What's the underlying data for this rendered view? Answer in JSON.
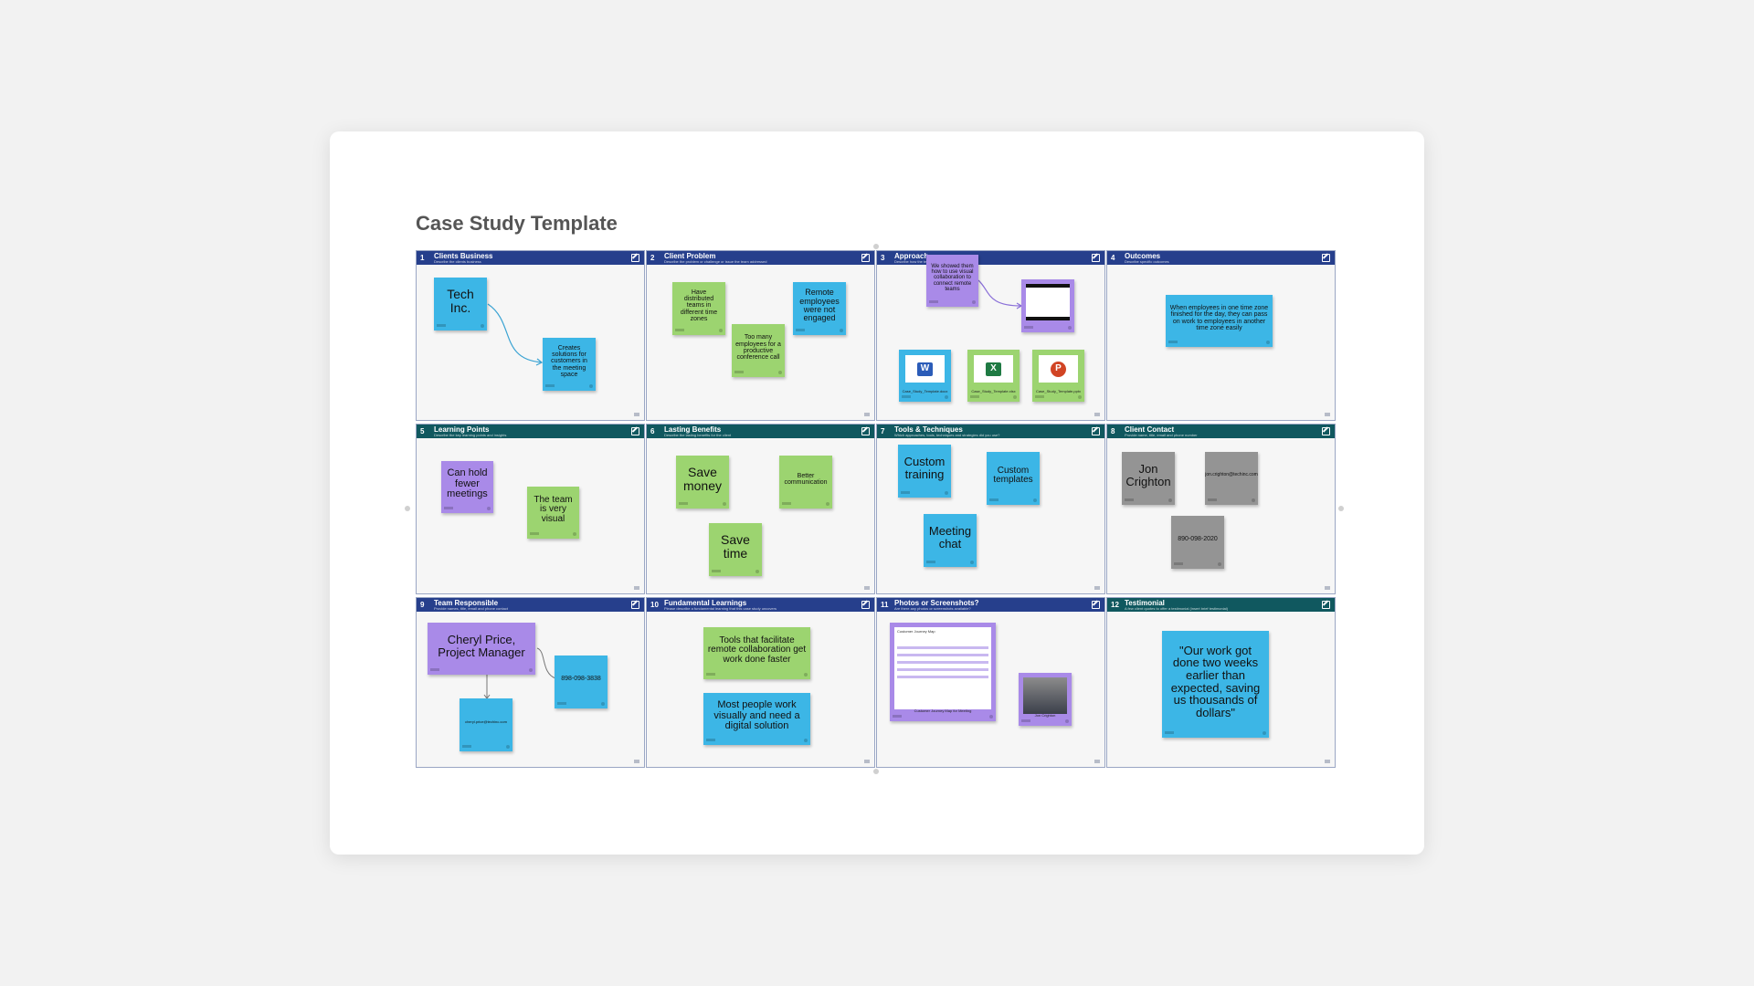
{
  "board": {
    "title": "Case Study Template"
  },
  "panels": [
    {
      "num": "1",
      "title": "Clients Business",
      "subtitle": "Describe the clients business"
    },
    {
      "num": "2",
      "title": "Client Problem",
      "subtitle": "Describe the problem or challenge or issue the team addressed"
    },
    {
      "num": "3",
      "title": "Approach",
      "subtitle": "Describe how the team approached the problem"
    },
    {
      "num": "4",
      "title": "Outcomes",
      "subtitle": "Describe specific outcomes"
    },
    {
      "num": "5",
      "title": "Learning Points",
      "subtitle": "Describe the key learning points and insights"
    },
    {
      "num": "6",
      "title": "Lasting Benefits",
      "subtitle": "Describe the lasting benefits for the client"
    },
    {
      "num": "7",
      "title": "Tools & Techniques",
      "subtitle": "Which approaches, tools, techniques and strategies did you use?"
    },
    {
      "num": "8",
      "title": "Client Contact",
      "subtitle": "Provide name, title, email and phone number"
    },
    {
      "num": "9",
      "title": "Team Responsible",
      "subtitle": "Provide names, title, email and phone contact"
    },
    {
      "num": "10",
      "title": "Fundamental Learnings",
      "subtitle": "Please describe a fundamental learning that this case study uncovers"
    },
    {
      "num": "11",
      "title": "Photos or Screenshots?",
      "subtitle": "Are there any photos or screenshots available?"
    },
    {
      "num": "12",
      "title": "Testimonial",
      "subtitle": "A few client quotes to offer a testimonial (insert brief testimonial)"
    }
  ],
  "notes": {
    "tech_inc": "Tech Inc.",
    "creates_solutions": "Creates solutions for customers in the meeting space",
    "distributed_teams": "Have distributed teams in different time zones",
    "too_many_employees": "Too many employees for a productive conference call",
    "remote_not_engaged": "Remote employees were not engaged",
    "showed_them": "We showed them how to use visual collaboration to connect remote teams",
    "when_employees": "When employees in one time zone finished for the day, they can pass on work to employees in another time zone easily",
    "fewer_meetings": "Can hold fewer meetings",
    "team_visual": "The team is very visual",
    "save_money": "Save money",
    "better_communication": "Better communication",
    "save_time": "Save time",
    "custom_training": "Custom training",
    "custom_templates": "Custom templates",
    "meeting_chat": "Meeting chat",
    "jon_crighton": "Jon Crighton",
    "jon_email": "jon.crighton@techinc.com",
    "jon_phone": "890-098-2020",
    "cheryl_price": "Cheryl Price, Project Manager",
    "cheryl_phone": "898-098-3838",
    "cheryl_email": "cheryl.price@techinc.com",
    "tools_facilitate": "Tools that facilitate remote collaboration get work done faster",
    "most_people": "Most people work visually and need a digital solution",
    "testimonial": "\"Our work got done two weeks earlier than expected, saving us thousands of dollars\""
  },
  "apps": [
    {
      "letter": "W",
      "color": "#2b5cb8",
      "label": "Case_Study_Template.docx"
    },
    {
      "letter": "X",
      "color": "#1f7a43",
      "label": "Case_Study_Template.xlsx"
    },
    {
      "letter": "P",
      "color": "#d14424",
      "label": "Case_Study_Template.pptx"
    }
  ],
  "thumbs": {
    "screenshot_title": "Customer Journey Map",
    "screenshot_caption": "Customer Journey Map for Meeting",
    "photo_caption": "Jon Crighton"
  },
  "colors": {
    "header_blue": "#263f8c",
    "header_teal": "#10585f",
    "sticky_cyan": "#3cb6e6",
    "sticky_green": "#9cd470",
    "sticky_purple": "#a98ae8",
    "sticky_gray": "#949494"
  }
}
